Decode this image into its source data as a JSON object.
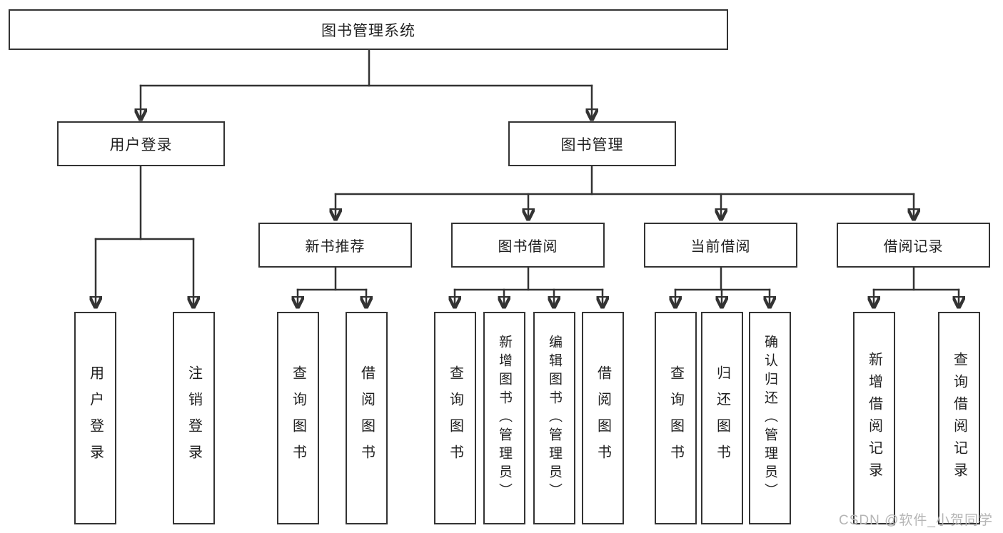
{
  "colors": {
    "line": "#333333",
    "text": "#1f1f1f",
    "background": "#ffffff",
    "box_bg": "#ffffff",
    "watermark": "#b5b5b5"
  },
  "watermark": {
    "text": "CSDN @软件_小贺同学"
  },
  "diagram": {
    "root": {
      "label": "图书管理系统",
      "children": [
        {
          "label": "用户登录",
          "children": [
            {
              "label": "用户登录"
            },
            {
              "label": "注销登录"
            }
          ]
        },
        {
          "label": "图书管理",
          "children": [
            {
              "label": "新书推荐",
              "children": [
                {
                  "label": "查询图书"
                },
                {
                  "label": "借阅图书"
                }
              ]
            },
            {
              "label": "图书借阅",
              "children": [
                {
                  "label": "查询图书"
                },
                {
                  "label": "新增图书（管理员）"
                },
                {
                  "label": "编辑图书（管理员）"
                },
                {
                  "label": "借阅图书"
                }
              ]
            },
            {
              "label": "当前借阅",
              "children": [
                {
                  "label": "查询图书"
                },
                {
                  "label": "归还图书"
                },
                {
                  "label": "确认归还（管理员）"
                }
              ]
            },
            {
              "label": "借阅记录",
              "children": [
                {
                  "label": "新增借阅记录"
                },
                {
                  "label": "查询借阅记录"
                }
              ]
            }
          ]
        }
      ]
    }
  }
}
